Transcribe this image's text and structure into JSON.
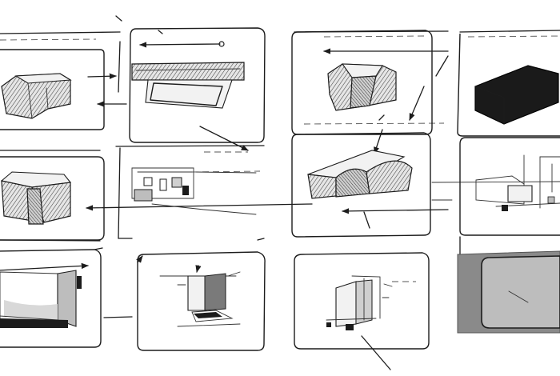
{
  "diagram": {
    "panels": [
      {
        "id": "panel-r1c1",
        "content": "hatched-box-icon"
      },
      {
        "id": "panel-r1c2",
        "content": "hatched-lid-icon"
      },
      {
        "id": "panel-r1c3",
        "content": "hatched-crate-icon"
      },
      {
        "id": "panel-r1c4",
        "content": "black-slab-icon"
      },
      {
        "id": "panel-r2c1",
        "content": "hatched-cube-icon"
      },
      {
        "id": "panel-r2c2",
        "content": "floorplan-sketch-icon"
      },
      {
        "id": "panel-r2c3",
        "content": "hatched-seat-box-icon"
      },
      {
        "id": "panel-r2c4",
        "content": "room-interior-sketch-icon"
      },
      {
        "id": "panel-r3c1",
        "content": "open-room-sketch-icon"
      },
      {
        "id": "panel-r3c2",
        "content": "doorway-sketch-icon"
      },
      {
        "id": "panel-r3c3",
        "content": "cabinet-sketch-icon"
      },
      {
        "id": "panel-r3c4",
        "content": "grey-screen-panel-icon"
      }
    ],
    "colors": {
      "ink": "#1c1c1c",
      "paper": "#ffffff",
      "shade_light": "#d8d8d8",
      "shade_dark": "#1a1a1a",
      "screen_grey": "#8a8a8a"
    }
  }
}
